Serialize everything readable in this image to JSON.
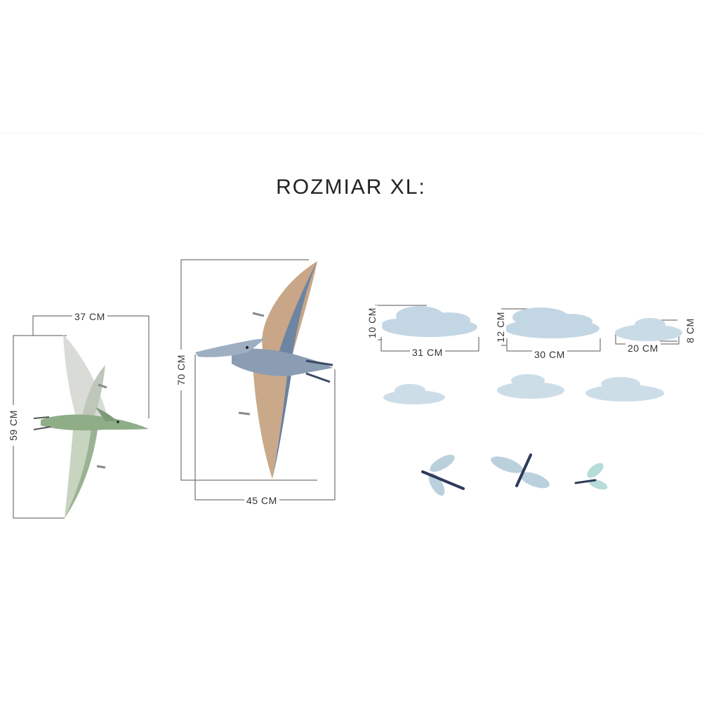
{
  "title": "ROZMIAR XL:",
  "pterosaur_small": {
    "width_label": "37 CM",
    "height_label": "59 CM",
    "color": "#8fae88"
  },
  "pterosaur_large": {
    "width_label": "45 CM",
    "height_label": "70 CM",
    "color": "#7d8fa8"
  },
  "clouds": [
    {
      "width_label": "31 CM",
      "height_label": "10 CM"
    },
    {
      "width_label": "30 CM",
      "height_label": "12 CM"
    },
    {
      "width_label": "20 CM",
      "height_label": "8 CM"
    }
  ],
  "colors": {
    "cloud": "#c3d6e4",
    "dragonfly": "#2e3a5a",
    "dragonfly_wing": "#a9c6d4"
  }
}
